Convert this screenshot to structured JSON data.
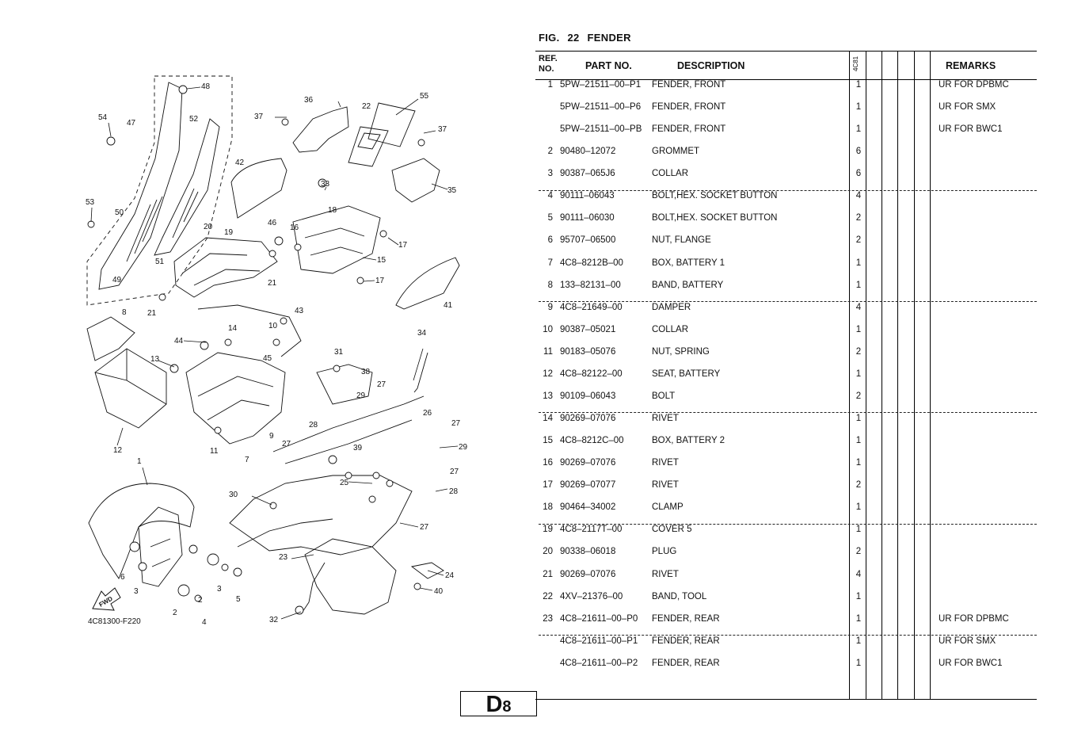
{
  "figure": {
    "label": "FIG.",
    "number": "22",
    "name": "FENDER"
  },
  "headers": {
    "ref_no": [
      "REF.",
      "NO."
    ],
    "part_no": "PART NO.",
    "description": "DESCRIPTION",
    "model": "4C81",
    "remarks": "REMARKS"
  },
  "rows": [
    {
      "ref": "1",
      "part": "5PW–21511–00–P1",
      "desc": "FENDER, FRONT",
      "qty": "1",
      "remarks": "UR FOR DPBMC"
    },
    {
      "ref": "",
      "part": "5PW–21511–00–P6",
      "desc": "FENDER, FRONT",
      "qty": "1",
      "remarks": "UR FOR SMX"
    },
    {
      "ref": "",
      "part": "5PW–21511–00–PB",
      "desc": "FENDER, FRONT",
      "qty": "1",
      "remarks": "UR FOR BWC1"
    },
    {
      "ref": "2",
      "part": "90480–12072",
      "desc": "GROMMET",
      "qty": "6",
      "remarks": ""
    },
    {
      "ref": "3",
      "part": "90387–065J6",
      "desc": "COLLAR",
      "qty": "6",
      "remarks": ""
    },
    {
      "ref": "4",
      "part": "90111–06043",
      "desc": "BOLT,HEX. SOCKET BUTTON",
      "qty": "4",
      "remarks": ""
    },
    {
      "ref": "5",
      "part": "90111–06030",
      "desc": "BOLT,HEX. SOCKET BUTTON",
      "qty": "2",
      "remarks": ""
    },
    {
      "ref": "6",
      "part": "95707–06500",
      "desc": "NUT, FLANGE",
      "qty": "2",
      "remarks": ""
    },
    {
      "ref": "7",
      "part": "4C8–8212B–00",
      "desc": "BOX, BATTERY 1",
      "qty": "1",
      "remarks": ""
    },
    {
      "ref": "8",
      "part": "133–82131–00",
      "desc": "BAND, BATTERY",
      "qty": "1",
      "remarks": ""
    },
    {
      "ref": "9",
      "part": "4C8–21649–00",
      "desc": "DAMPER",
      "qty": "4",
      "remarks": ""
    },
    {
      "ref": "10",
      "part": "90387–05021",
      "desc": "COLLAR",
      "qty": "1",
      "remarks": ""
    },
    {
      "ref": "11",
      "part": "90183–05076",
      "desc": "NUT, SPRING",
      "qty": "2",
      "remarks": ""
    },
    {
      "ref": "12",
      "part": "4C8–82122–00",
      "desc": "SEAT, BATTERY",
      "qty": "1",
      "remarks": ""
    },
    {
      "ref": "13",
      "part": "90109–06043",
      "desc": "BOLT",
      "qty": "2",
      "remarks": ""
    },
    {
      "ref": "14",
      "part": "90269–07076",
      "desc": "RIVET",
      "qty": "1",
      "remarks": ""
    },
    {
      "ref": "15",
      "part": "4C8–8212C–00",
      "desc": "BOX, BATTERY 2",
      "qty": "1",
      "remarks": ""
    },
    {
      "ref": "16",
      "part": "90269–07076",
      "desc": "RIVET",
      "qty": "1",
      "remarks": ""
    },
    {
      "ref": "17",
      "part": "90269–07077",
      "desc": "RIVET",
      "qty": "2",
      "remarks": ""
    },
    {
      "ref": "18",
      "part": "90464–34002",
      "desc": "CLAMP",
      "qty": "1",
      "remarks": ""
    },
    {
      "ref": "19",
      "part": "4C8–2117T–00",
      "desc": "COVER 5",
      "qty": "1",
      "remarks": ""
    },
    {
      "ref": "20",
      "part": "90338–06018",
      "desc": "PLUG",
      "qty": "2",
      "remarks": ""
    },
    {
      "ref": "21",
      "part": "90269–07076",
      "desc": "RIVET",
      "qty": "4",
      "remarks": ""
    },
    {
      "ref": "22",
      "part": "4XV–21376–00",
      "desc": "BAND, TOOL",
      "qty": "1",
      "remarks": ""
    },
    {
      "ref": "23",
      "part": "4C8–21611–00–P0",
      "desc": "FENDER, REAR",
      "qty": "1",
      "remarks": "UR FOR DPBMC"
    },
    {
      "ref": "",
      "part": "4C8–21611–00–P1",
      "desc": "FENDER, REAR",
      "qty": "1",
      "remarks": "UR FOR SMX"
    },
    {
      "ref": "",
      "part": "4C8–21611–00–P2",
      "desc": "FENDER, REAR",
      "qty": "1",
      "remarks": "UR FOR BWC1"
    }
  ],
  "page_code": {
    "big": "D",
    "small": "8"
  },
  "illustration": {
    "code": "4C81300-F220",
    "fwd_label": "FWD",
    "callouts": [
      "48",
      "54",
      "47",
      "52",
      "36",
      "55",
      "22",
      "37",
      "37",
      "42",
      "33",
      "18",
      "35",
      "53",
      "50",
      "20",
      "19",
      "46",
      "16",
      "17",
      "15",
      "51",
      "49",
      "21",
      "17",
      "21",
      "43",
      "41",
      "8",
      "14",
      "10",
      "34",
      "44",
      "13",
      "31",
      "45",
      "38",
      "29",
      "27",
      "26",
      "27",
      "9",
      "28",
      "12",
      "11",
      "7",
      "27",
      "39",
      "29",
      "27",
      "1",
      "30",
      "25",
      "28",
      "27",
      "6",
      "2",
      "3",
      "23",
      "24",
      "40",
      "3",
      "5",
      "2",
      "4",
      "32"
    ]
  }
}
